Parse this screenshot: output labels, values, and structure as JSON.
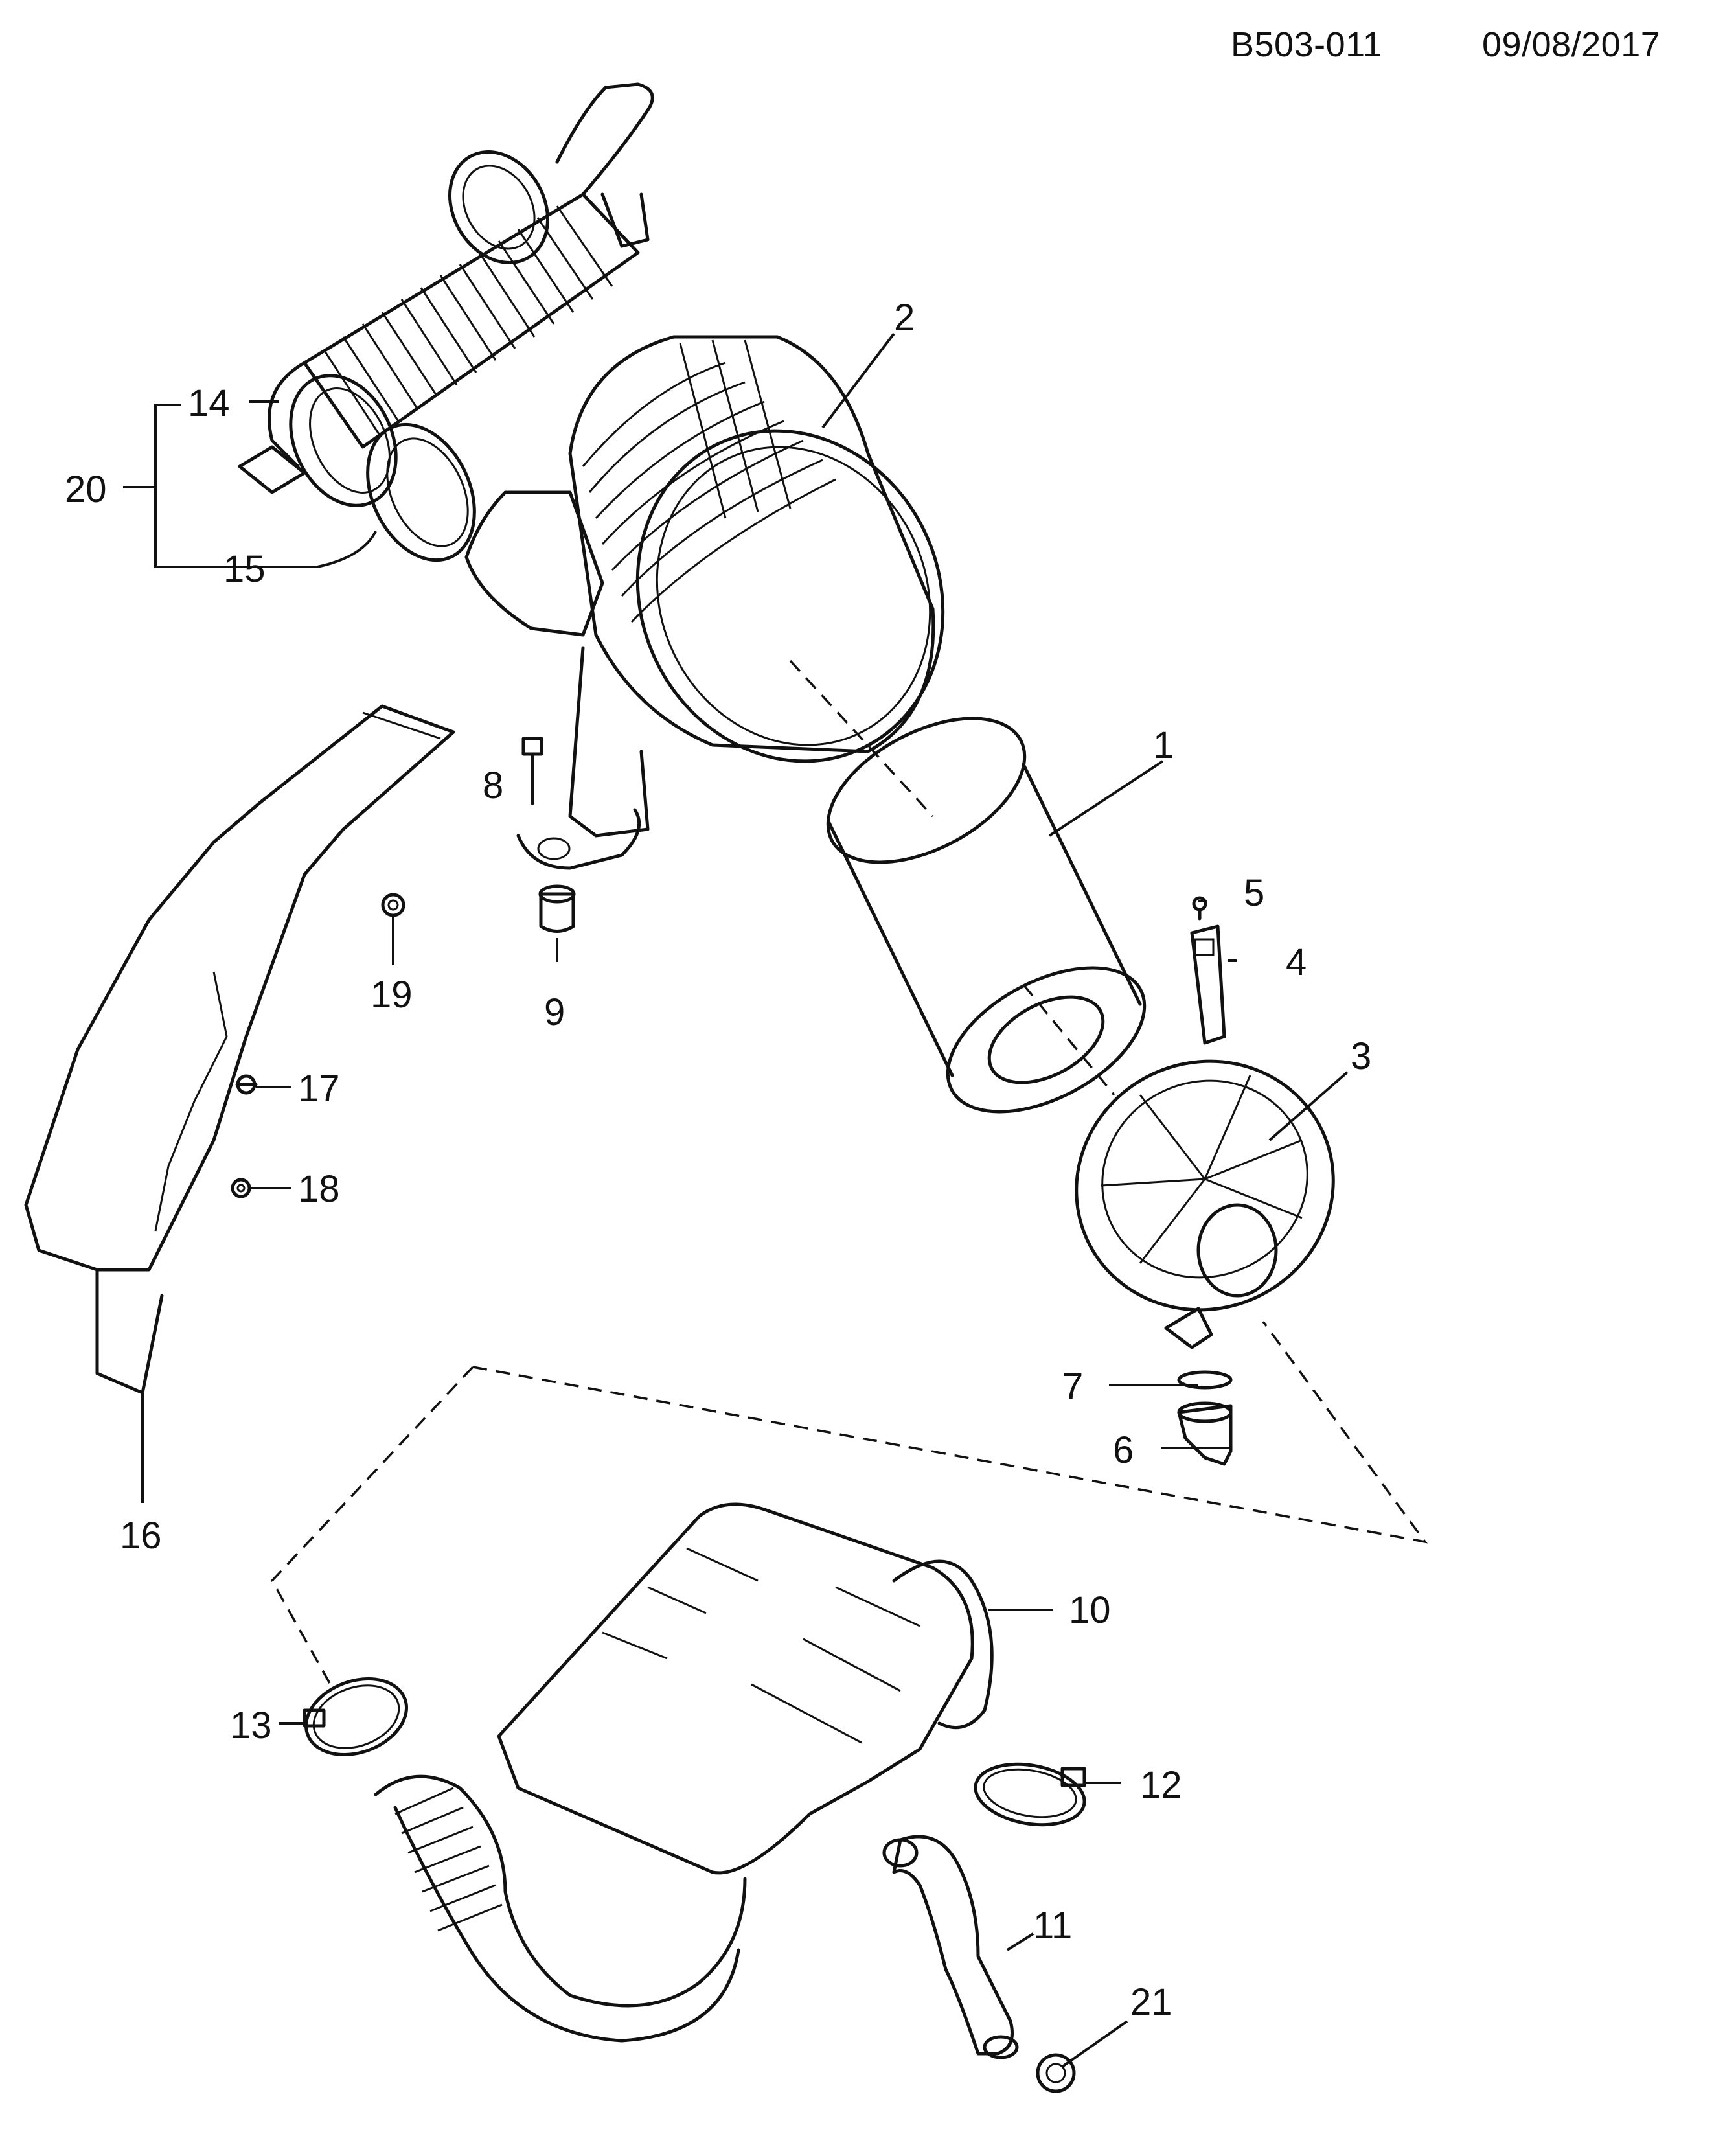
{
  "header": {
    "drawing_number": "B503-011",
    "date": "09/08/2017"
  },
  "callouts": [
    {
      "id": "1",
      "text": "1"
    },
    {
      "id": "2",
      "text": "2"
    },
    {
      "id": "3",
      "text": "3"
    },
    {
      "id": "4",
      "text": "4"
    },
    {
      "id": "5",
      "text": "5"
    },
    {
      "id": "6",
      "text": "6"
    },
    {
      "id": "7",
      "text": "7"
    },
    {
      "id": "8",
      "text": "8"
    },
    {
      "id": "9",
      "text": "9"
    },
    {
      "id": "10",
      "text": "10"
    },
    {
      "id": "11",
      "text": "11"
    },
    {
      "id": "12",
      "text": "12"
    },
    {
      "id": "13",
      "text": "13"
    },
    {
      "id": "14",
      "text": "14"
    },
    {
      "id": "15",
      "text": "15"
    },
    {
      "id": "16",
      "text": "16"
    },
    {
      "id": "17",
      "text": "17"
    },
    {
      "id": "18",
      "text": "18"
    },
    {
      "id": "19",
      "text": "19"
    },
    {
      "id": "20",
      "text": "20"
    },
    {
      "id": "21",
      "text": "21"
    }
  ]
}
